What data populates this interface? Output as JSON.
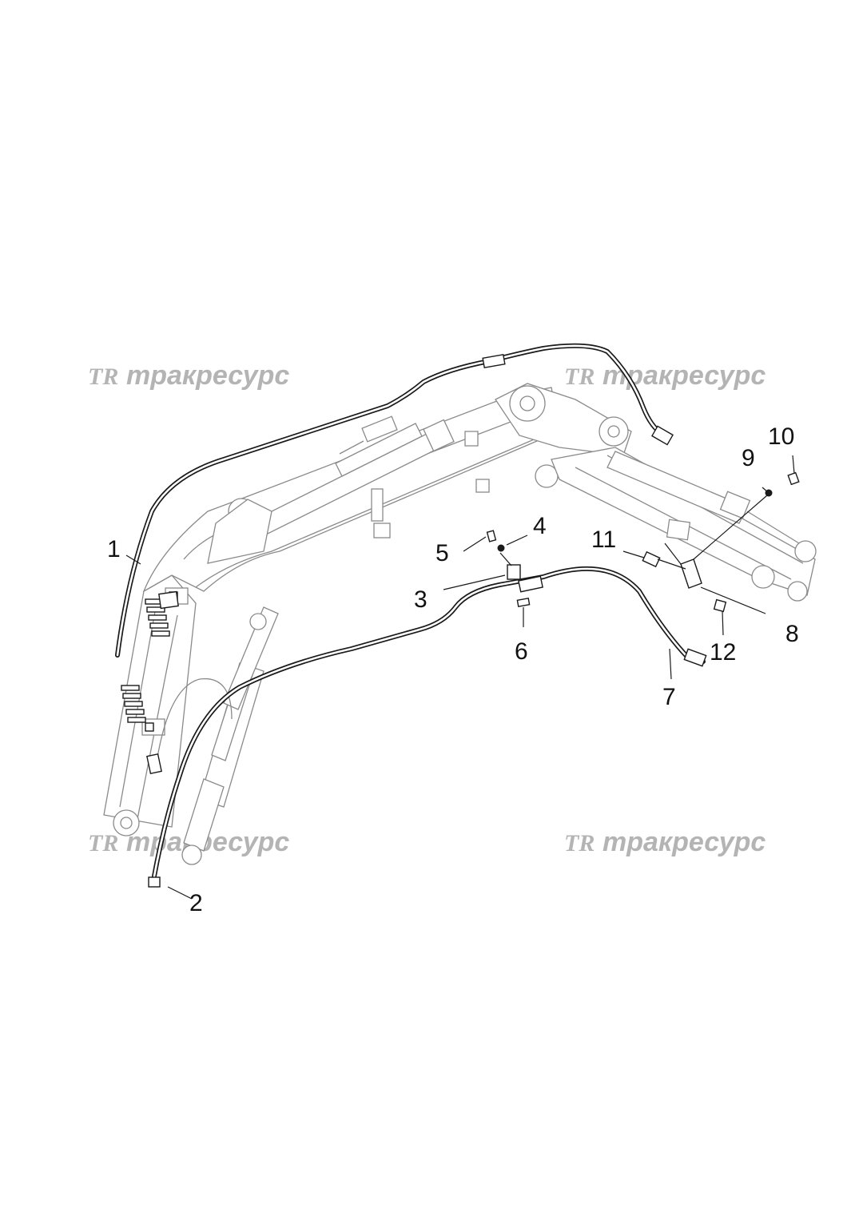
{
  "watermark": {
    "logo": "TR",
    "text": "тракресурс"
  },
  "callouts": {
    "c1": "1",
    "c2": "2",
    "c3": "3",
    "c4": "4",
    "c5": "5",
    "c6": "6",
    "c7": "7",
    "c8": "8",
    "c9": "9",
    "c10": "10",
    "c11": "11",
    "c12": "12"
  },
  "colors": {
    "watermark": "#b4b4b4",
    "drawing_body": "#8a8a8a",
    "hose": "#1a1a1a"
  }
}
